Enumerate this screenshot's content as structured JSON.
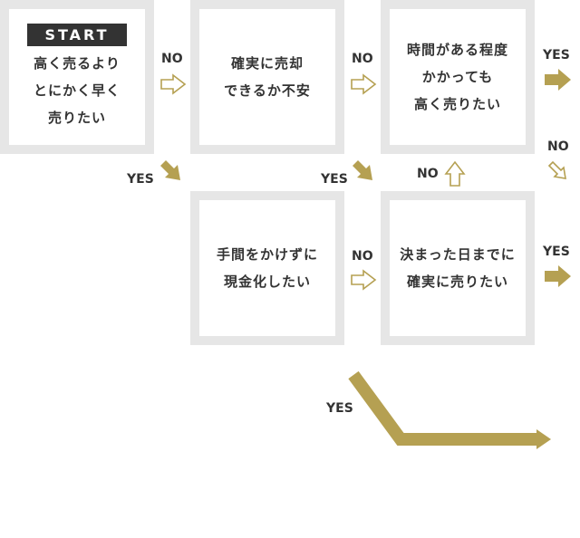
{
  "start_badge": "START",
  "nodes": {
    "start": "高く売るより\nとにかく早く\n売りたい",
    "secure_sale": "確実に売却\nできるか不安",
    "time_high": "時間がある程度\nかかっても\n高く売りたい",
    "cash_fast": "手間をかけずに\n現金化したい",
    "deadline": "決まった日までに\n確実に売りたい"
  },
  "labels": {
    "yes": "YES",
    "no": "NO"
  },
  "colors": {
    "accent": "#b5a052",
    "box_border": "#e6e6e6",
    "badge_bg": "#333333",
    "text": "#333333"
  }
}
